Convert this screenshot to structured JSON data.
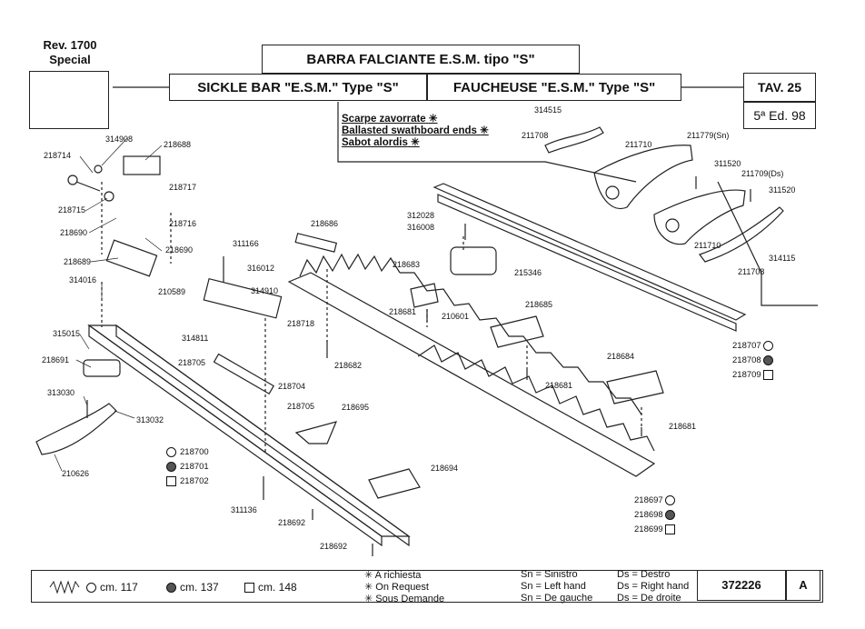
{
  "header": {
    "rev": "Rev. 1700",
    "special": "Special",
    "title_it": "BARRA FALCIANTE E.S.M. tipo \"S\"",
    "title_en": "SICKLE BAR \"E.S.M.\" Type \"S\"",
    "title_fr": "FAUCHEUSE \"E.S.M.\" Type \"S\"",
    "tav": "TAV. 25",
    "edition": "5ª Ed. 98"
  },
  "legend": {
    "line1": "Scarpe zavorrate",
    "line2": "Ballasted swathboard ends",
    "line3": "Sabot alordis",
    "star": "✳"
  },
  "parts": {
    "p218714": "218714",
    "p314908": "314908",
    "p218688": "218688",
    "p218717": "218717",
    "p218715": "218715",
    "p218716": "218716",
    "p218690a": "218690",
    "p218690b": "218690",
    "p218689": "218689",
    "p314016": "314016",
    "p315015": "315015",
    "p218691": "218691",
    "p313030": "313030",
    "p313032": "313032",
    "p210626": "210626",
    "p218686": "218686",
    "p311166": "311166",
    "p316012": "316012",
    "p210589": "210589",
    "p314910": "314910",
    "p218718": "218718",
    "p314811": "314811",
    "p218705a": "218705",
    "p218704": "218704",
    "p218705b": "218705",
    "p218682": "218682",
    "p218695": "218695",
    "p218700": "218700",
    "p218701": "218701",
    "p218702": "218702",
    "p311136": "311136",
    "p218692a": "218692",
    "p218692b": "218692",
    "p218694": "218694",
    "p312028": "312028",
    "p316008": "316008",
    "p218683": "218683",
    "p215346": "215346",
    "p218681a": "218681",
    "p210601": "210601",
    "p218685": "218685",
    "p218681b": "218681",
    "p218684": "218684",
    "p218681c": "218681",
    "p218697": "218697",
    "p218698": "218698",
    "p218699": "218699",
    "p218707": "218707",
    "p218708": "218708",
    "p218709": "218709",
    "p314515": "314515",
    "p211708a": "211708",
    "p211710a": "211710",
    "p211779": "211779(Sn)",
    "p311520a": "311520",
    "p211709": "211709(Ds)",
    "p311520b": "311520",
    "p211710b": "211710",
    "p314115": "314115",
    "p211708b": "211708"
  },
  "footer": {
    "opt1": "cm. 117",
    "opt2": "cm. 137",
    "opt3": "cm. 148",
    "req_it": "A richiesta",
    "req_en": "On Request",
    "req_fr": "Sous Demande",
    "sn_it": "Sn = Sinistro",
    "sn_en": "Sn = Left hand",
    "sn_fr": "Sn = De gauche",
    "ds_it": "Ds = Destro",
    "ds_en": "Ds = Right hand",
    "ds_fr": "Ds = De droite",
    "code": "372226",
    "letter": "A"
  }
}
